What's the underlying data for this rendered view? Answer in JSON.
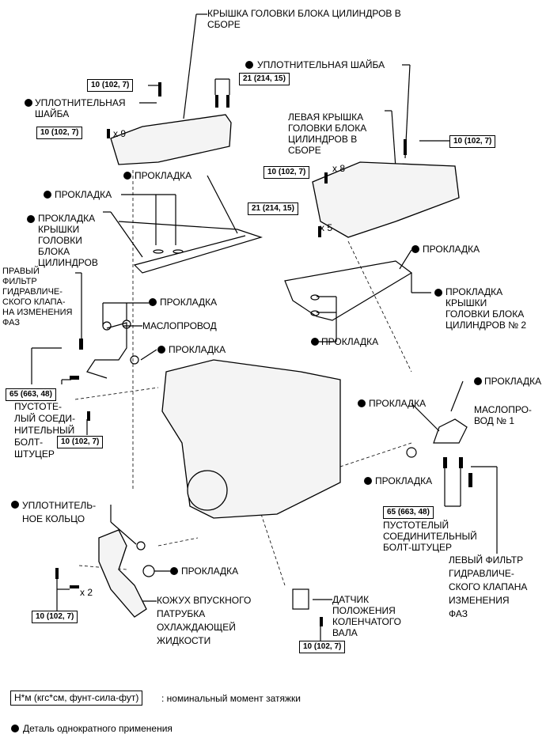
{
  "labels": {
    "head_cover_assy": [
      "КРЫШКА ГОЛОВКИ БЛОКА ЦИЛИНДРОВ В",
      "СБОРЕ"
    ],
    "seal_washer_top": "УПЛОТНИТЕЛЬНАЯ ШАЙБА",
    "seal_washer_left": [
      "УПЛОТНИТЕЛЬНАЯ",
      "ШАЙБА"
    ],
    "left_head_cover": [
      "ЛЕВАЯ КРЫШКА",
      "ГОЛОВКИ БЛОКА",
      "ЦИЛИНДРОВ В",
      "СБОРЕ"
    ],
    "gasket_1": "ПРОКЛАДКА",
    "gasket_2": "ПРОКЛАДКА",
    "head_cover_gasket": [
      "ПРОКЛАДКА",
      "КРЫШКИ",
      "ГОЛОВКИ",
      "БЛОКА",
      "ЦИЛИНДРОВ"
    ],
    "gasket_right_top": "ПРОКЛАДКА",
    "head_cover_gasket_2": [
      "ПРОКЛАДКА",
      "КРЫШКИ",
      "ГОЛОВКИ БЛОКА",
      "ЦИЛИНДРОВ № 2"
    ],
    "gasket_right_mid": "ПРОКЛАДКА",
    "right_filter": [
      "ПРАВЫЙ",
      "ФИЛЬТР",
      "ГИДРАВЛИЧЕ-",
      "СКОГО КЛАПА-",
      "НА ИЗМЕНЕНИЯ",
      "ФАЗ"
    ],
    "gasket_oilpipe": "ПРОКЛАДКА",
    "oil_pipe": "МАСЛОПРОВОД",
    "gasket_oilpipe2": "ПРОКЛАДКА",
    "union_bolt_left": [
      "ПУСТОТЕ-",
      "ЛЫЙ СОЕДИ-",
      "НИТЕЛЬНЫЙ",
      "БОЛТ-",
      "ШТУЦЕР"
    ],
    "gasket_right_oil": "ПРОКЛАДКА",
    "oil_pipe_1": [
      "МАСЛОПРО-",
      "ВОД № 1"
    ],
    "gasket_lower_right": "ПРОКЛАДКА",
    "gasket_center_right": "ПРОКЛАДКА",
    "union_bolt_right": [
      "ПУСТОТЕЛЫЙ",
      "СОЕДИНИТЕЛЬНЫЙ",
      "БОЛТ-ШТУЦЕР"
    ],
    "left_filter": [
      "ЛЕВЫЙ ФИЛЬТР",
      "ГИДРАВЛИЧЕ-",
      "СКОГО КЛАПАНА",
      "ИЗМЕНЕНИЯ",
      "ФАЗ"
    ],
    "seal_ring": [
      "УПЛОТНИТЕЛЬ-",
      "НОЕ КОЛЬЦО"
    ],
    "gasket_bottom": "ПРОКЛАДКА",
    "coolant_housing": [
      "КОЖУХ ВПУСКНОГО",
      "ПАТРУБКА",
      "ОХЛАЖДАЮЩЕЙ",
      "ЖИДКОСТИ"
    ],
    "crank_sensor": [
      "ДАТЧИК",
      "ПОЛОЖЕНИЯ",
      "КОЛЕНЧАТОГО",
      "ВАЛА"
    ]
  },
  "torques": {
    "t1": "10 (102, 7)",
    "t2": "21 (214, 15)",
    "t3": "10 (102, 7)",
    "t4": "10 (102, 7)",
    "t5": "10 (102, 7)",
    "t6": "21 (214, 15)",
    "t7": "65 (663, 48)",
    "t8": "10 (102, 7)",
    "t9": "65 (663, 48)",
    "t10": "10 (102, 7)",
    "t11": "10 (102, 7)"
  },
  "multipliers": {
    "m9": "x 9",
    "m8": "x 8",
    "m5": "x 5",
    "m2": "x 2"
  },
  "legend": {
    "torque_box": "Н*м (кгс*см, фунт-сила-фут)",
    "torque_text": ": номинальный момент затяжки",
    "single_use": "Деталь однократного применения"
  }
}
